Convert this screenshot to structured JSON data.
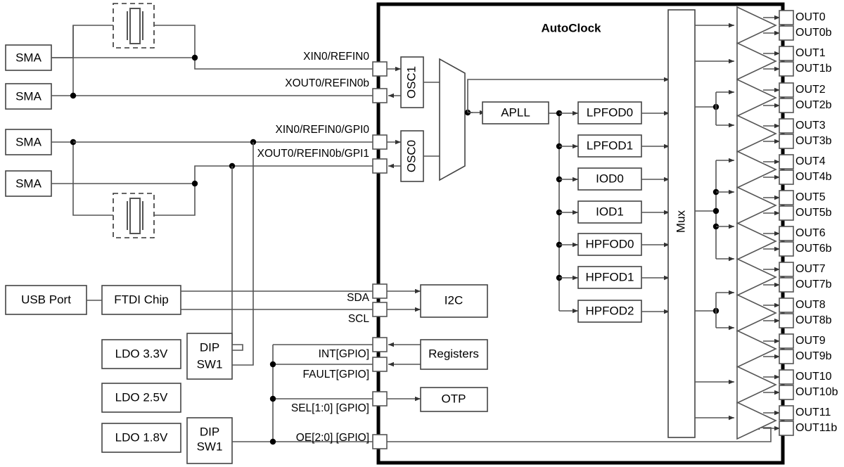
{
  "diagram": {
    "title": "AutoClock",
    "chip_label": "AutoClock"
  },
  "left_blocks": {
    "sma": [
      {
        "label": "SMA"
      },
      {
        "label": "SMA"
      },
      {
        "label": "SMA"
      },
      {
        "label": "SMA"
      }
    ],
    "crystals": [
      {
        "label": ""
      },
      {
        "label": ""
      }
    ],
    "usb_port": "USB Port",
    "ftdi_chip": "FTDI Chip",
    "ldos": [
      {
        "label": "LDO 3.3V"
      },
      {
        "label": "LDO 2.5V"
      },
      {
        "label": "LDO 1.8V"
      }
    ],
    "dip_switches": [
      {
        "line1": "DIP",
        "line2": "SW1"
      },
      {
        "line1": "DIP",
        "line2": "SW1"
      }
    ]
  },
  "pins": [
    {
      "label": "XIN0/REFIN0",
      "dir": "in"
    },
    {
      "label": "XOUT0/REFIN0b",
      "dir": "out"
    },
    {
      "label": "XIN0/REFIN0/GPI0",
      "dir": "in"
    },
    {
      "label": "XOUT0/REFIN0b/GPI1",
      "dir": "out"
    },
    {
      "label": "SDA",
      "dir": "in"
    },
    {
      "label": "SCL",
      "dir": "in"
    },
    {
      "label": "INT[GPIO]",
      "dir": "out"
    },
    {
      "label": "FAULT[GPIO]",
      "dir": "out"
    },
    {
      "label": "SEL[1:0] [GPIO]",
      "dir": "in"
    },
    {
      "label": "OE[2:0] [GPIO]",
      "dir": "in"
    }
  ],
  "chip_blocks": {
    "oscillators": [
      {
        "label": "OSC1"
      },
      {
        "label": "OSC0"
      }
    ],
    "input_mux": "",
    "apll": "APLL",
    "dividers": [
      {
        "label": "LPFOD0"
      },
      {
        "label": "LPFOD1"
      },
      {
        "label": "IOD0"
      },
      {
        "label": "IOD1"
      },
      {
        "label": "HPFOD0"
      },
      {
        "label": "HPFOD1"
      },
      {
        "label": "HPFOD2"
      }
    ],
    "mux": "Mux",
    "peripherals": [
      {
        "label": "I2C"
      },
      {
        "label": "Registers"
      },
      {
        "label": "OTP"
      }
    ]
  },
  "outputs": [
    {
      "p": "OUT0",
      "n": "OUT0b"
    },
    {
      "p": "OUT1",
      "n": "OUT1b"
    },
    {
      "p": "OUT2",
      "n": "OUT2b"
    },
    {
      "p": "OUT3",
      "n": "OUT3b"
    },
    {
      "p": "OUT4",
      "n": "OUT4b"
    },
    {
      "p": "OUT5",
      "n": "OUT5b"
    },
    {
      "p": "OUT6",
      "n": "OUT6b"
    },
    {
      "p": "OUT7",
      "n": "OUT7b"
    },
    {
      "p": "OUT8",
      "n": "OUT8b"
    },
    {
      "p": "OUT9",
      "n": "OUT9b"
    },
    {
      "p": "OUT10",
      "n": "OUT10b"
    },
    {
      "p": "OUT11",
      "n": "OUT11b"
    }
  ],
  "colors": {
    "background": "#ffffff",
    "line": "#555555",
    "chip_border": "#000000",
    "text": "#000000"
  }
}
